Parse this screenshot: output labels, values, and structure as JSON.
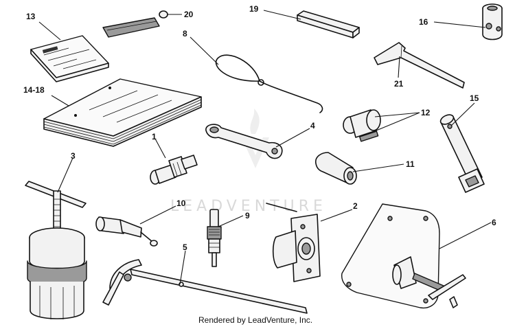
{
  "callouts": [
    "13",
    "20",
    "19",
    "16",
    "8",
    "21",
    "14-18",
    "12",
    "15",
    "4",
    "1",
    "11",
    "3",
    "10",
    "2",
    "9",
    "6",
    "5"
  ],
  "watermark": {
    "text": "LEADVENTURE"
  },
  "footer": "Rendered by LeadVenture, Inc."
}
